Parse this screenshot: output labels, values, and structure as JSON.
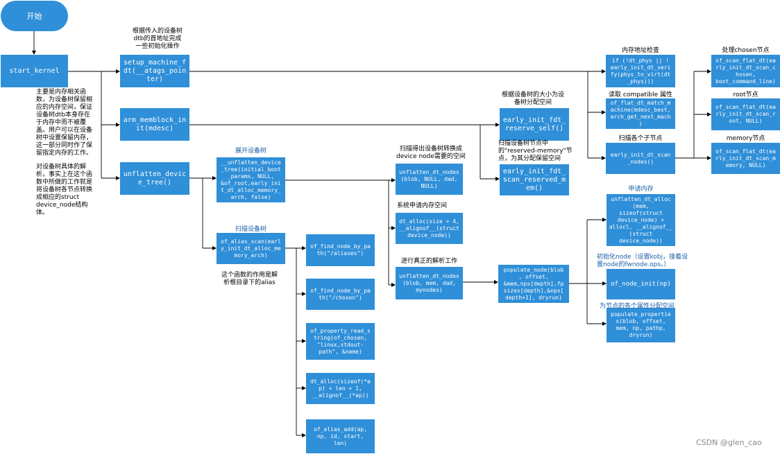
{
  "start": "开始",
  "boxes": {
    "start_kernel": "start_kernel",
    "setup_machine_fdt": "setup_machine_f\ndt(__atags_poin\nter)",
    "arm_memblock_init": "arm_memblock_in\nit(mdesc)",
    "unflatten_device_tree": "unflatten_devic\ne_tree()",
    "__unflatten_device_tree": "__unflatten_device\n_tree(initial_boot\n_params, NULL,\n&of_root,early_ini\nt_dt_alloc_memory_\narch, false)",
    "of_alias_scan": "of_alias_scan(earl\ny_init_dt_alloc_me\nmory_arch)",
    "of_find_node_aliases": "of_find_node_by_pa\nth(\"/aliases\")",
    "of_find_node_chosen": "of_find_node_by_pa\nth(\"/chosen\")",
    "of_property_read_string": "of_property_read_s\ntring(of_chosen,\n\"linux,stdout-\npath\", &name)",
    "dt_alloc_ap": "dt_alloc(sizeof(*a\np) + len + 1,\n__alignof__(*ap))",
    "of_alias_add": "of_alias_add(ap,\nnp, id, start,\nlen)",
    "unflatten_dt_nodes_null": "unflatten_dt_nodes\n(blob, NULL, dad,\nNULL)",
    "dt_alloc_size": "dt_alloc(size + 4,\n__alignof__(struct\ndevice_node))",
    "unflatten_dt_nodes_mem": "unflatten_dt_nodes\n(blob, mem, dad,\nmynodes)",
    "populate_node": "populate_node(blob\n, offset,\n&mem,nps[depth],fp\nsizes[depth],&nps[\ndepth+1], dryrun)",
    "early_init_fdt_reserve_self": "early_init_fdt_\nreserve_self()",
    "early_init_fdt_scan_reserved_mem": "early_init_fdt_\nscan_reserved_m\nem()",
    "early_init_dt_verify": "if (!dt_phys || !\nearly_init_dt_veri\nfy(phys_to_virt(dt\n_phys)))",
    "of_flat_dt_match_machine": "of_flat_dt_match_m\nachine(mdesc_best,\narch_get_next_mach\n)",
    "early_init_dt_scan_nodes": "early_init_dt_scan\n_nodes()",
    "scan_chosen": "of_scan_flat_dt(ea\nrly_init_dt_scan_c\nhosen,\nboot_command_line)",
    "scan_root": "of_scan_flat_dt(ea\nrly_init_dt_scan_r\noot, NULL)",
    "scan_memory": "of_scan_flat_dt(ea\nrly_init_dt_scan_m\nemory, NULL)",
    "unflatten_dt_alloc": "unflatten_dt_alloc\n(mem,\nsizeof(struct\ndevice_node) +\nallocl, __alignof__\n(struct\ndevice_node))",
    "of_node_init": "of_node_init(np)",
    "populate_properties": "populate_propertie\ns(blob, offset,\nmem, np, pathp,\ndryrun)"
  },
  "notes": {
    "setup_desc": "根据传入的设备树\ndtb的首地址完成\n一些初始化操作",
    "kernel_desc": "主要是内存相关函\n数，为设备树保留相\n应的内存空间，保证\n设备树dtb本身存在\n于内存中而不被覆\n盖。用户可以在设备\n树中设置保留内存，\n这一部分同时作了保\n留指定内存的工作。",
    "unflatten_desc": "对设备树具体的解\n析，事实上在这个函\n数中所做的工作就是\n将设备树各节点转换\n成相应的struct\ndevice_node结构\n体。",
    "expand_dt": "展开设备树",
    "scan_dt": "扫描设备树",
    "alias_desc": "这个函数的作用是解\n析根目录下的alias",
    "scan_size": "扫描得出设备树转换成\ndevice node需要的空间",
    "sys_alloc": "系统申请内存空间",
    "real_parse": "进行真正的解析工作",
    "reserve_by_size": "根据设备树的大小为设\n备树分配空间",
    "reserved_memory": "扫描设备树节点中\n的\"reserved-memory\"节\n点，为其分配保留空间",
    "mem_check": "内存地址检查",
    "read_compatible": "读取 compatible 属性",
    "scan_children": "扫描各个子节点",
    "chosen_node": "处理chosen节点",
    "root_node": "root节点",
    "memory_node": "memory节点",
    "apply_mem": "申请内存",
    "init_node": "初始化node（设置kobj，接着设\n置node的fwnode.ops。）",
    "alloc_props": "为节点的各个属性分配空间"
  },
  "watermark": "CSDN @glen_cao"
}
